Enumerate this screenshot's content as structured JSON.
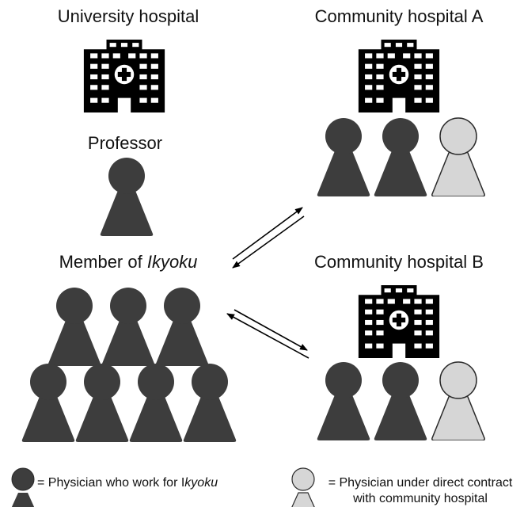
{
  "labels": {
    "university": "University hospital",
    "professor": "Professor",
    "community_a": "Community hospital A",
    "community_b": "Community hospital B",
    "member_prefix": "Member of ",
    "member_italic": "Ikyoku"
  },
  "legend": {
    "dark_prefix": "= Physician who work for I",
    "dark_italic": "kyoku",
    "light_line1": "= Physician under direct contract",
    "light_line2": "with community hospital"
  },
  "colors": {
    "dark_physician": "#3d3d3d",
    "light_physician": "#d6d6d6",
    "building": "#000000"
  }
}
